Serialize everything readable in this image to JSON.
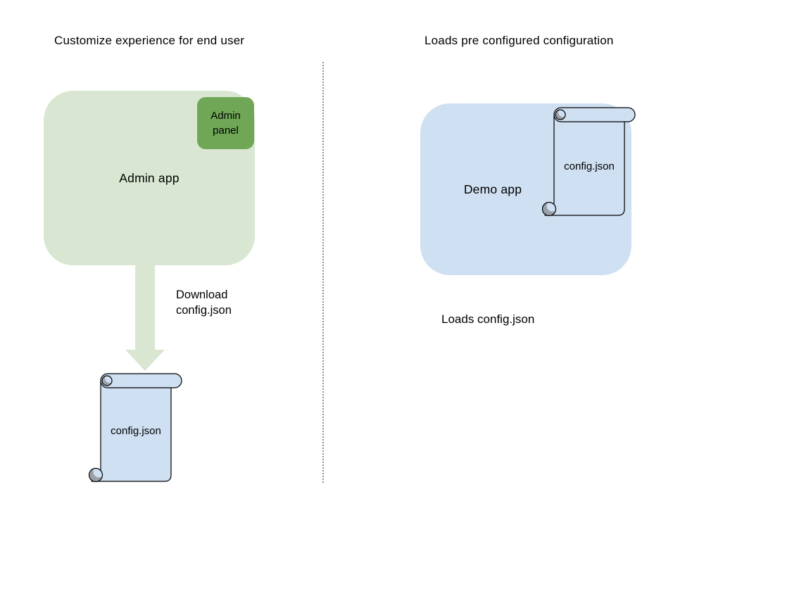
{
  "left_section": {
    "title": "Customize experience for end user",
    "admin_app": {
      "label": "Admin app"
    },
    "admin_panel": {
      "label": "Admin panel"
    },
    "download_arrow_label": "Download config.json",
    "config_file": {
      "label": "config.json"
    }
  },
  "right_section": {
    "title": "Loads pre configured configuration",
    "demo_app": {
      "label": "Demo app"
    },
    "config_file": {
      "label": "config.json"
    },
    "caption": "Loads config.json"
  },
  "colors": {
    "background": "#ffffff",
    "admin_app_fill": "#d9e7d2",
    "admin_panel_fill": "#6fa757",
    "demo_app_fill": "#cfe0f2",
    "scroll_fill": "#cfe0f2",
    "arrow_fill": "#d9e7d2",
    "scroll_curl_shade": "#9aa0a6",
    "outline": "#000000",
    "divider_dotted": "#8f8f8f",
    "text": "#000000"
  }
}
